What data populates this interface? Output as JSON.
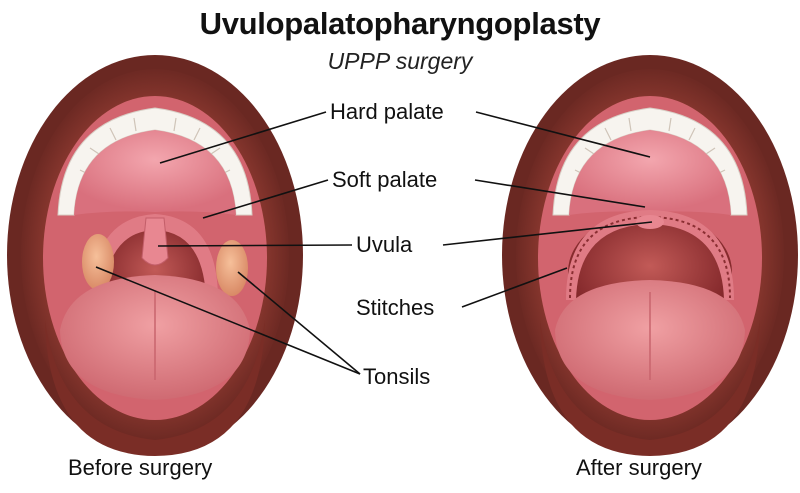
{
  "header": {
    "title": "Uvulopalatopharyngoplasty",
    "subtitle": "UPPP surgery"
  },
  "labels": {
    "hard_palate": "Hard palate",
    "soft_palate": "Soft palate",
    "uvula": "Uvula",
    "stitches": "Stitches",
    "tonsils": "Tonsils"
  },
  "captions": {
    "before": "Before surgery",
    "after": "After surgery"
  },
  "colors": {
    "lip_outer": "#6e2a24",
    "lip_inner": "#8f3a31",
    "teeth": "#f7f4ef",
    "palate": "#e98a94",
    "throat": "#a8383a",
    "tongue": "#e8858a",
    "tonsil": "#eba07a"
  }
}
